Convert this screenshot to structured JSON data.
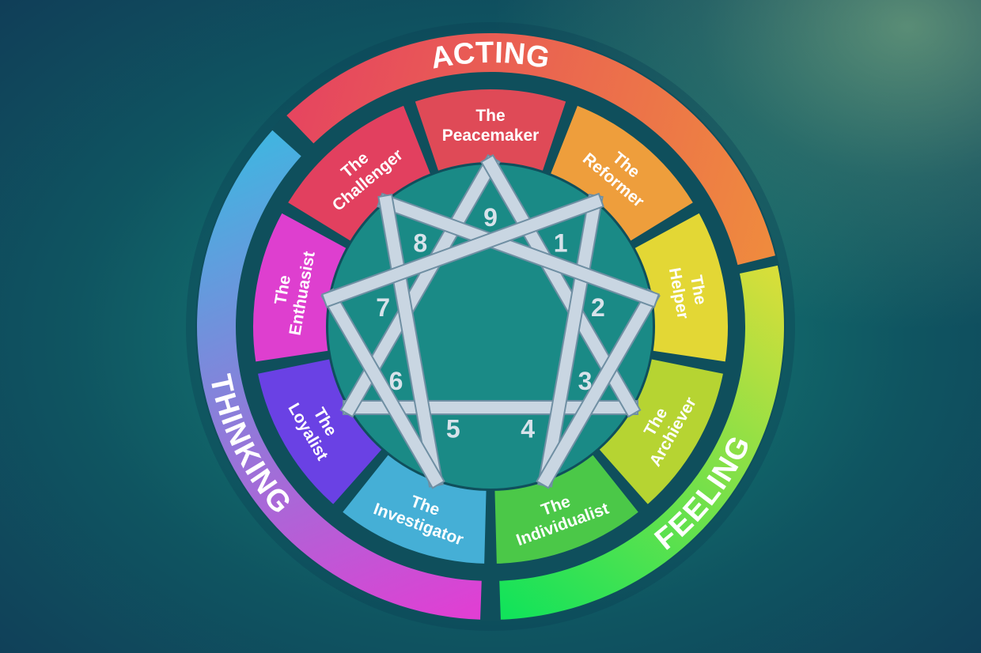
{
  "groups": [
    {
      "label": "ACTING",
      "color_start": "#e6465f",
      "color_end": "#ef8a3e"
    },
    {
      "label": "FEELING",
      "color_start": "#d7de3a",
      "color_end": "#12e35a"
    },
    {
      "label": "THINKING",
      "color_start": "#e03fd3",
      "color_end": "#43b3e0"
    }
  ],
  "segments": [
    {
      "number": "9",
      "line1": "The",
      "line2": "Peacemaker",
      "color": "#df4a57"
    },
    {
      "number": "1",
      "line1": "The",
      "line2": "Reformer",
      "color": "#ee9e3c"
    },
    {
      "number": "2",
      "line1": "The",
      "line2": "Helper",
      "color": "#e3d735"
    },
    {
      "number": "3",
      "line1": "The",
      "line2": "Archiever",
      "color": "#b6d432"
    },
    {
      "number": "4",
      "line1": "The",
      "line2": "Individualist",
      "color": "#4bc848"
    },
    {
      "number": "5",
      "line1": "The",
      "line2": "Investigator",
      "color": "#45afd6"
    },
    {
      "number": "6",
      "line1": "The",
      "line2": "Loyalist",
      "color": "#6a41e4"
    },
    {
      "number": "7",
      "line1": "The",
      "line2": "Enthuasist",
      "color": "#de3fcf"
    },
    {
      "number": "8",
      "line1": "The",
      "line2": "Challenger",
      "color": "#e2405f"
    }
  ],
  "star_color": "#c9d6e2"
}
